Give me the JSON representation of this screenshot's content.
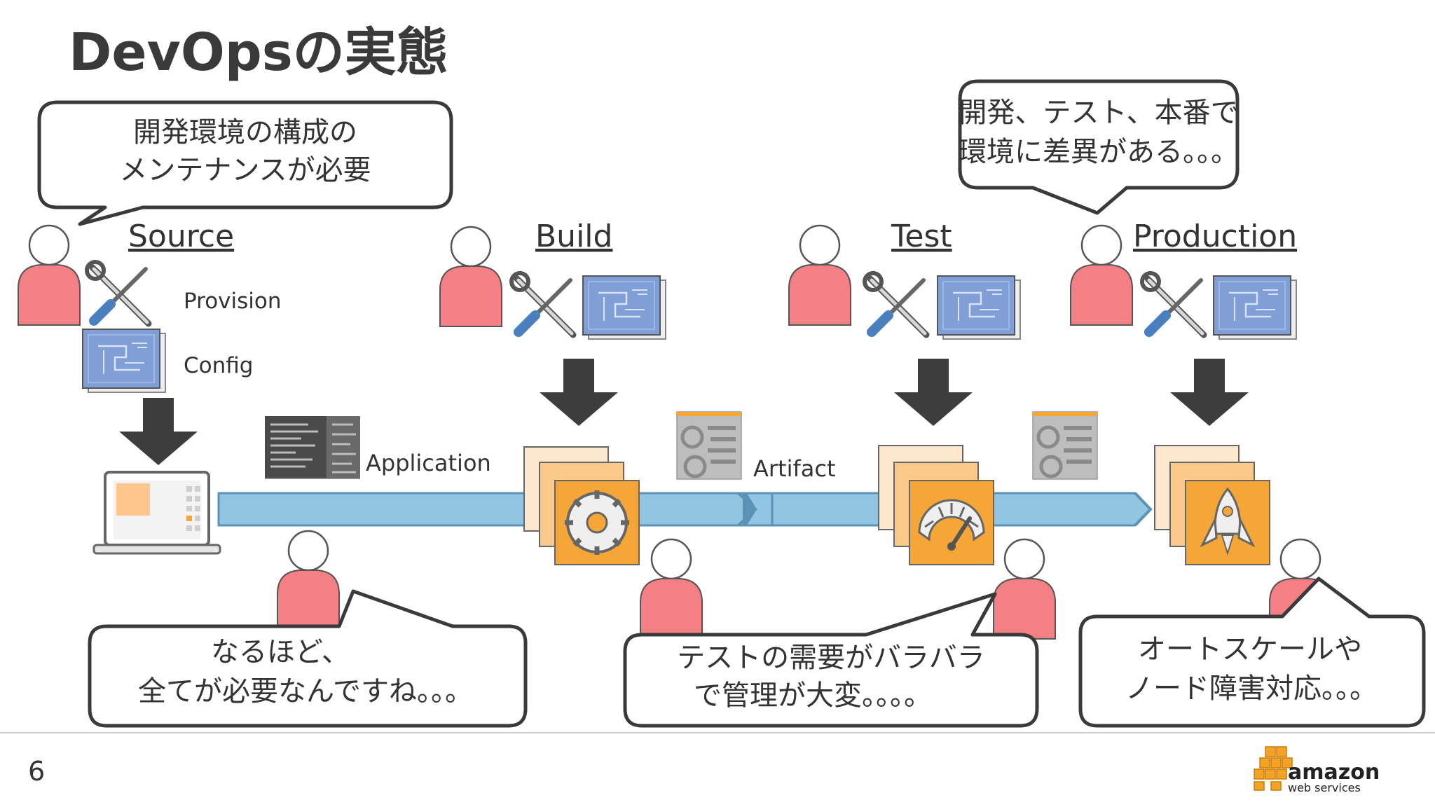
{
  "slide": {
    "title": "DevOpsの実態",
    "page_number": "6"
  },
  "stages": [
    {
      "label": "Source"
    },
    {
      "label": "Build"
    },
    {
      "label": "Test"
    },
    {
      "label": "Production"
    }
  ],
  "item_labels": {
    "provision": "Provision",
    "config": "Config",
    "application": "Application",
    "artifact": "Artifact"
  },
  "bubbles": [
    {
      "lines": [
        "開発環境の構成の",
        "メンテナンスが必要"
      ]
    },
    {
      "lines": [
        "開発、テスト、本番で",
        "環境に差異がある。。。"
      ]
    },
    {
      "lines": [
        "なるほど、",
        "全てが必要なんですね。。。"
      ]
    },
    {
      "lines": [
        "テストの需要がバラバラ",
        "で管理が大変。。。。"
      ]
    },
    {
      "lines": [
        "オートスケールや",
        "ノード障害対応。。。"
      ]
    }
  ],
  "logo": {
    "line1": "amazon",
    "line2": "web services"
  },
  "colors": {
    "person": "#f47f84",
    "pipeline": "#92c5e1",
    "pipeline_border": "#5b93b5",
    "arrow": "#3d3d3d",
    "orange": "#f6a636",
    "blueprint": "#7f9fd6",
    "title": "#3a3a3a",
    "logo_orange": "#f4a324"
  }
}
